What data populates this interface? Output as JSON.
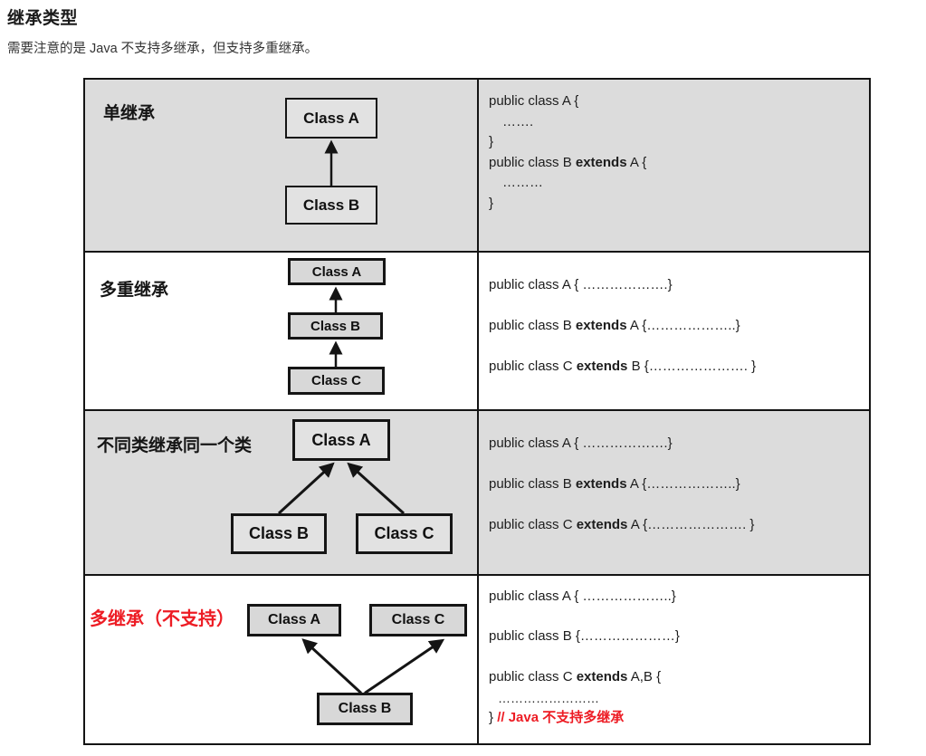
{
  "heading": "继承类型",
  "intro": "需要注意的是 Java 不支持多继承，但支持多重继承。",
  "colors": {
    "accent_red": "#ed1c24",
    "cell_gray": "#dcdcdc",
    "table_border": "#141414",
    "box_fill": "#d8d8d8"
  },
  "rows": [
    {
      "label": "单继承",
      "boxes": {
        "a": "Class A",
        "b": "Class B"
      },
      "code": {
        "l1": {
          "pre": "public class A {"
        },
        "l2": {
          "pre": "……."
        },
        "l3": {
          "pre": "}"
        },
        "l4": {
          "pre": "public class B ",
          "kw": "extends",
          "post": " A {"
        },
        "l5": {
          "pre": "………"
        },
        "l6": {
          "pre": "}"
        }
      }
    },
    {
      "label": "多重继承",
      "boxes": {
        "a": "Class A",
        "b": "Class B",
        "c": "Class C"
      },
      "code": {
        "l1": {
          "pre": "public class A { ……………….}"
        },
        "l2": {
          "pre": "public class B ",
          "kw": "extends",
          "post": " A {………………..}"
        },
        "l3": {
          "pre": "public class C ",
          "kw": "extends",
          "post": "  B {…………………. }"
        }
      }
    },
    {
      "label": "不同类继承同一个类",
      "boxes": {
        "a": "Class A",
        "b": "Class B",
        "c": "Class C"
      },
      "code": {
        "l1": {
          "pre": "public class A { ……………….}"
        },
        "l2": {
          "pre": "public class B ",
          "kw": "extends",
          "post": " A {………………..}"
        },
        "l3": {
          "pre": "public class C ",
          "kw": "extends",
          "post": " A {…………………. }"
        }
      }
    },
    {
      "label": "多继承（不支持）",
      "boxes": {
        "a": "Class A",
        "b": "Class B",
        "c": "Class C"
      },
      "code": {
        "l1": {
          "pre": "public class A { ………………..}"
        },
        "l2": {
          "pre": "public class B {…………………}"
        },
        "l3": {
          "pre": "public class C ",
          "kw": "extends",
          "post": "  A,B {"
        },
        "l4": {
          "pre": "……………………"
        },
        "l5": {
          "pre": "} ",
          "red": "// Java  不支持多继承"
        }
      }
    }
  ]
}
